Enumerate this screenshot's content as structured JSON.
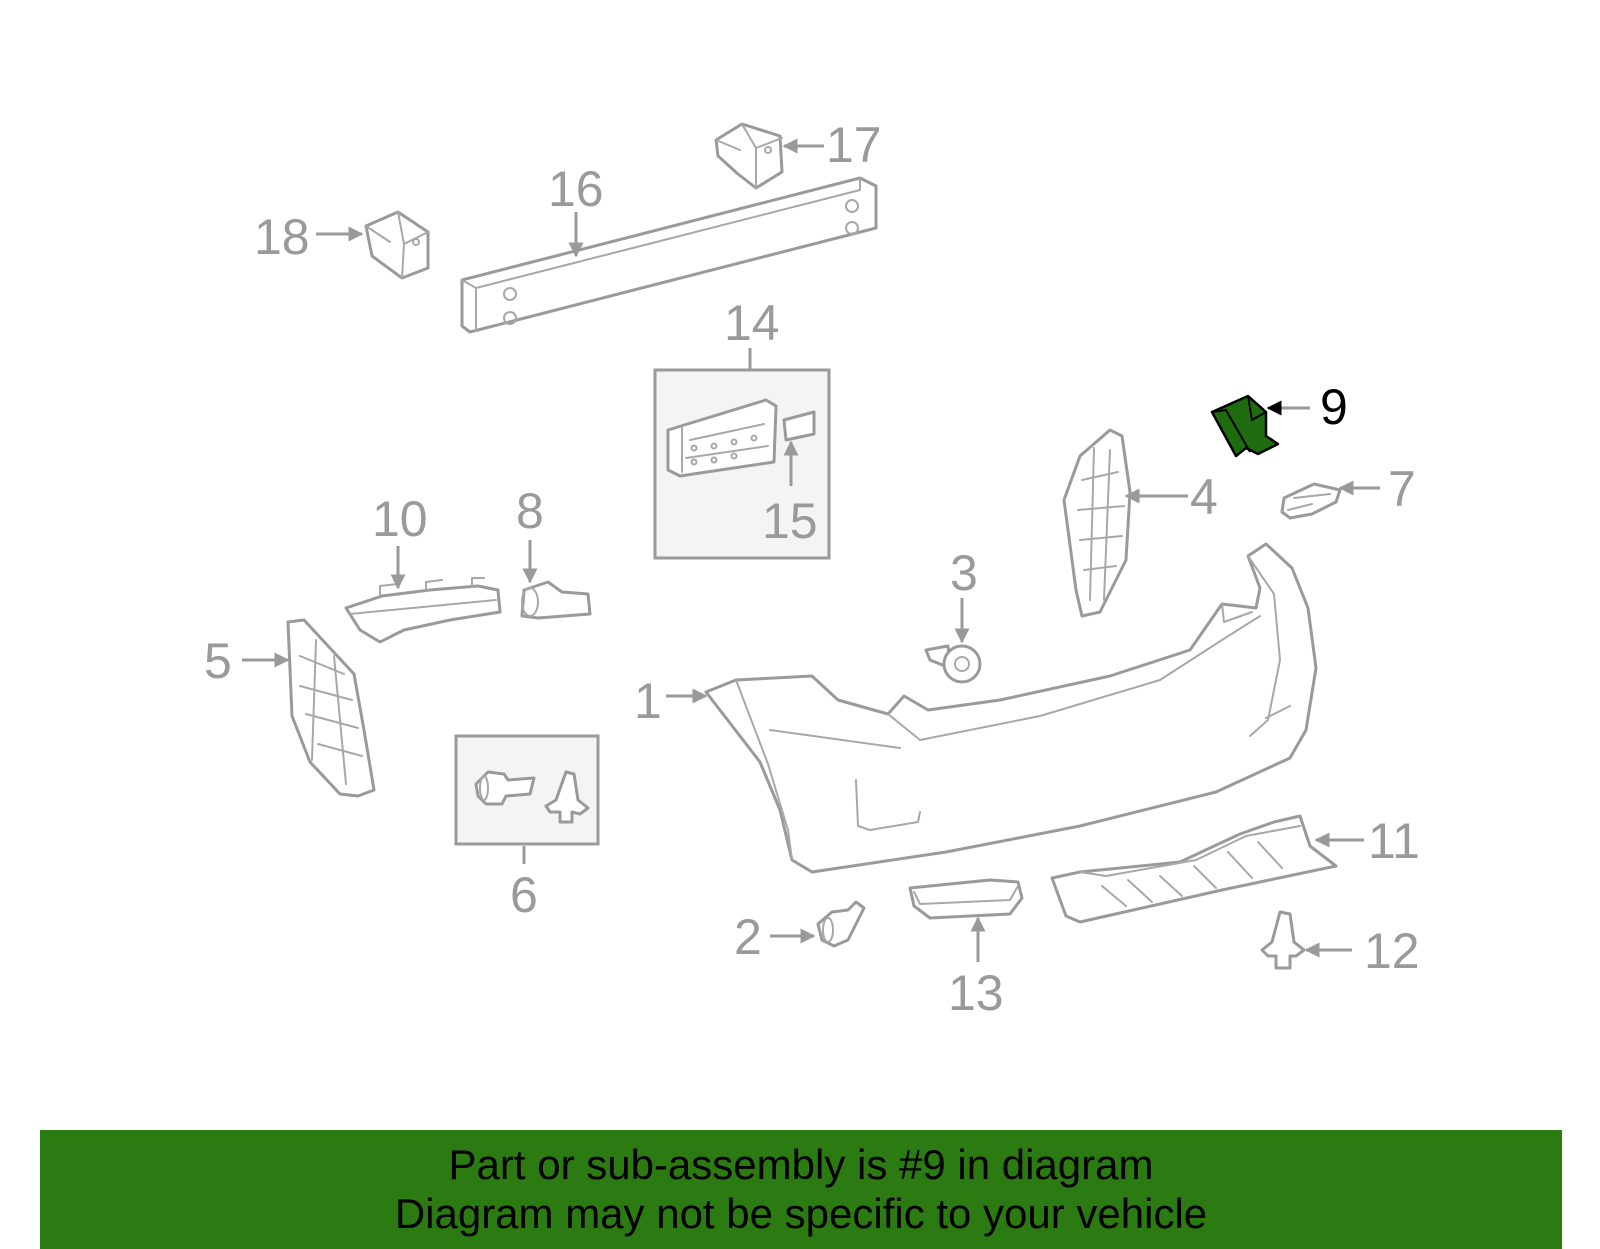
{
  "diagram": {
    "highlight_color": "#2b7a12",
    "labels": [
      "1",
      "2",
      "3",
      "4",
      "5",
      "6",
      "7",
      "8",
      "9",
      "10",
      "11",
      "12",
      "13",
      "14",
      "15",
      "16",
      "17",
      "18"
    ]
  },
  "banner": {
    "line1": "Part or sub-assembly is #9 in diagram",
    "line2": "Diagram may not be specific to your vehicle"
  }
}
